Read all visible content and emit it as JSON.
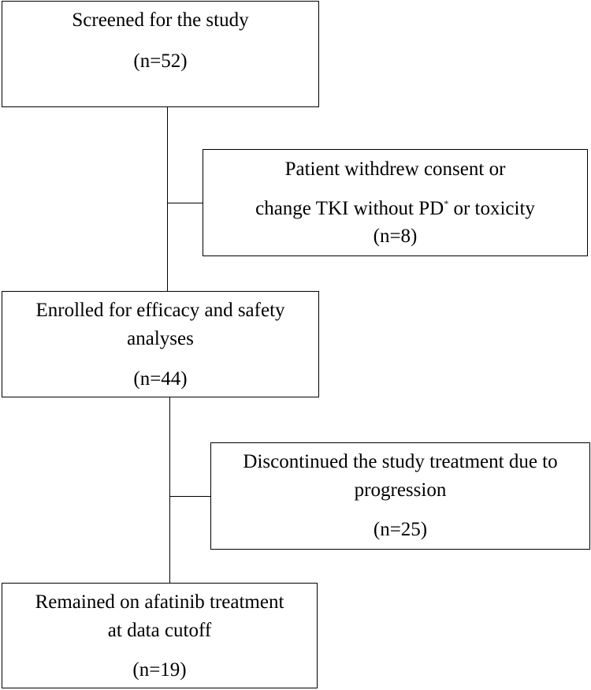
{
  "screened": {
    "label": "Screened for the study",
    "count": "(n=52)"
  },
  "withdrew": {
    "line1": "Patient withdrew consent or",
    "line2_before": "change TKI without PD",
    "line2_sup": "*",
    "line2_after": " or toxicity",
    "count": "(n=8)"
  },
  "enrolled": {
    "line1": "Enrolled for efficacy and safety",
    "line2": "analyses",
    "count": "(n=44)"
  },
  "discontinued": {
    "line1": "Discontinued the study treatment due to",
    "line2": "progression",
    "count": "(n=25)"
  },
  "remained": {
    "line1": "Remained on afatinib treatment",
    "line2": "at data cutoff",
    "count": "(n=19)"
  }
}
